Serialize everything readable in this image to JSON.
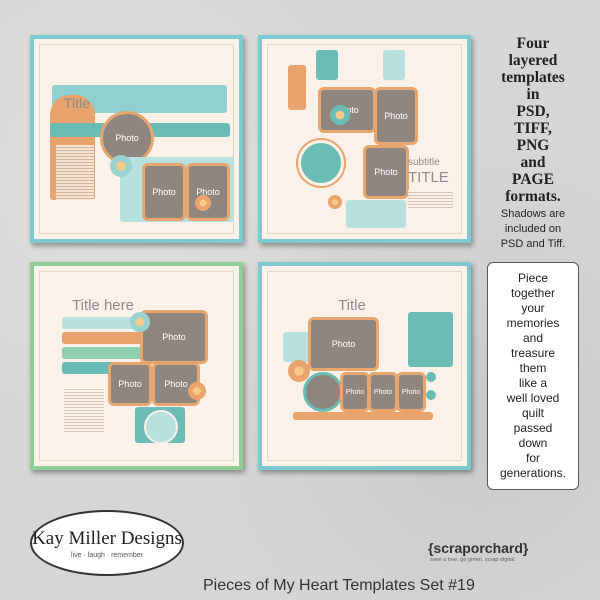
{
  "cards": [
    {
      "title": "Title",
      "photos": [
        "Photo",
        "Photo",
        "Photo"
      ]
    },
    {
      "title": "TITLE",
      "subtitle": "subtitle",
      "photos": [
        "Photo",
        "Photo",
        "Photo"
      ]
    },
    {
      "title": "Title here",
      "photos": [
        "Photo",
        "Photo",
        "Photo"
      ]
    },
    {
      "title": "Title",
      "photos": [
        "Photo",
        "Photo",
        "Photo",
        "Photo"
      ]
    }
  ],
  "side": {
    "headline_lines": [
      "Four",
      "layered",
      "templates",
      "in",
      "PSD,",
      "TIFF,",
      "PNG",
      "and",
      "PAGE",
      "formats."
    ],
    "note_lines": [
      "Shadows are",
      "included on",
      "PSD and Tiff."
    ]
  },
  "quote_lines": [
    "Piece",
    "together",
    "your",
    "memories",
    "and",
    "treasure",
    "them",
    "like a",
    "well loved",
    "quilt",
    "passed",
    "down",
    "for",
    "generations."
  ],
  "logo": {
    "name": "Kay Miller Designs",
    "tagline": "live · laugh · remember"
  },
  "store": {
    "name": "{scraporchard}",
    "tagline": "save a tree. go green. scrap digital."
  },
  "product_title": "Pieces of My Heart Templates Set #19",
  "colors": {
    "teal": "#7ec8cf",
    "green": "#8fcf96",
    "orange": "#e6a66e",
    "cream": "#fbf1e8"
  }
}
